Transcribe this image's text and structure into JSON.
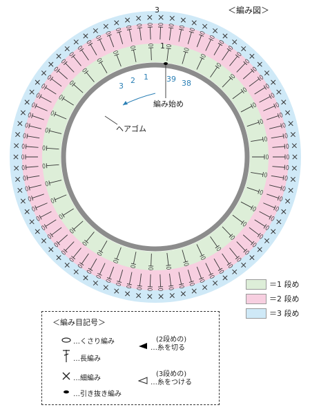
{
  "title": "＜編み図＞",
  "labels": {
    "start": "編み始め",
    "elastic": "ヘアゴム",
    "top_number": "3",
    "mid_number": "1"
  },
  "round_numbers": {
    "left": [
      "3",
      "2",
      "1"
    ],
    "right": [
      "39",
      "38"
    ]
  },
  "legend": [
    {
      "label": "＝1 段め",
      "color": "#ddeed8"
    },
    {
      "label": "＝2 段め",
      "color": "#f7cfe0"
    },
    {
      "label": "＝3 段め",
      "color": "#cfe9f7"
    }
  ],
  "symbols": {
    "title": "＜編み目記号＞",
    "chain": "…くさり編み",
    "dc": "…長編み",
    "sc": "…細編み",
    "slip": "…引き抜き編み",
    "cut_note": "(2段めの)",
    "cut": "…糸を切る",
    "attach_note": "(3段めの)",
    "attach": "…糸をつける"
  },
  "colors": {
    "round1": "#ddeed8",
    "round2": "#f7cfe0",
    "round3": "#cfe9f7",
    "elastic": "#8c8c8c",
    "accent": "#2a7fb5"
  }
}
